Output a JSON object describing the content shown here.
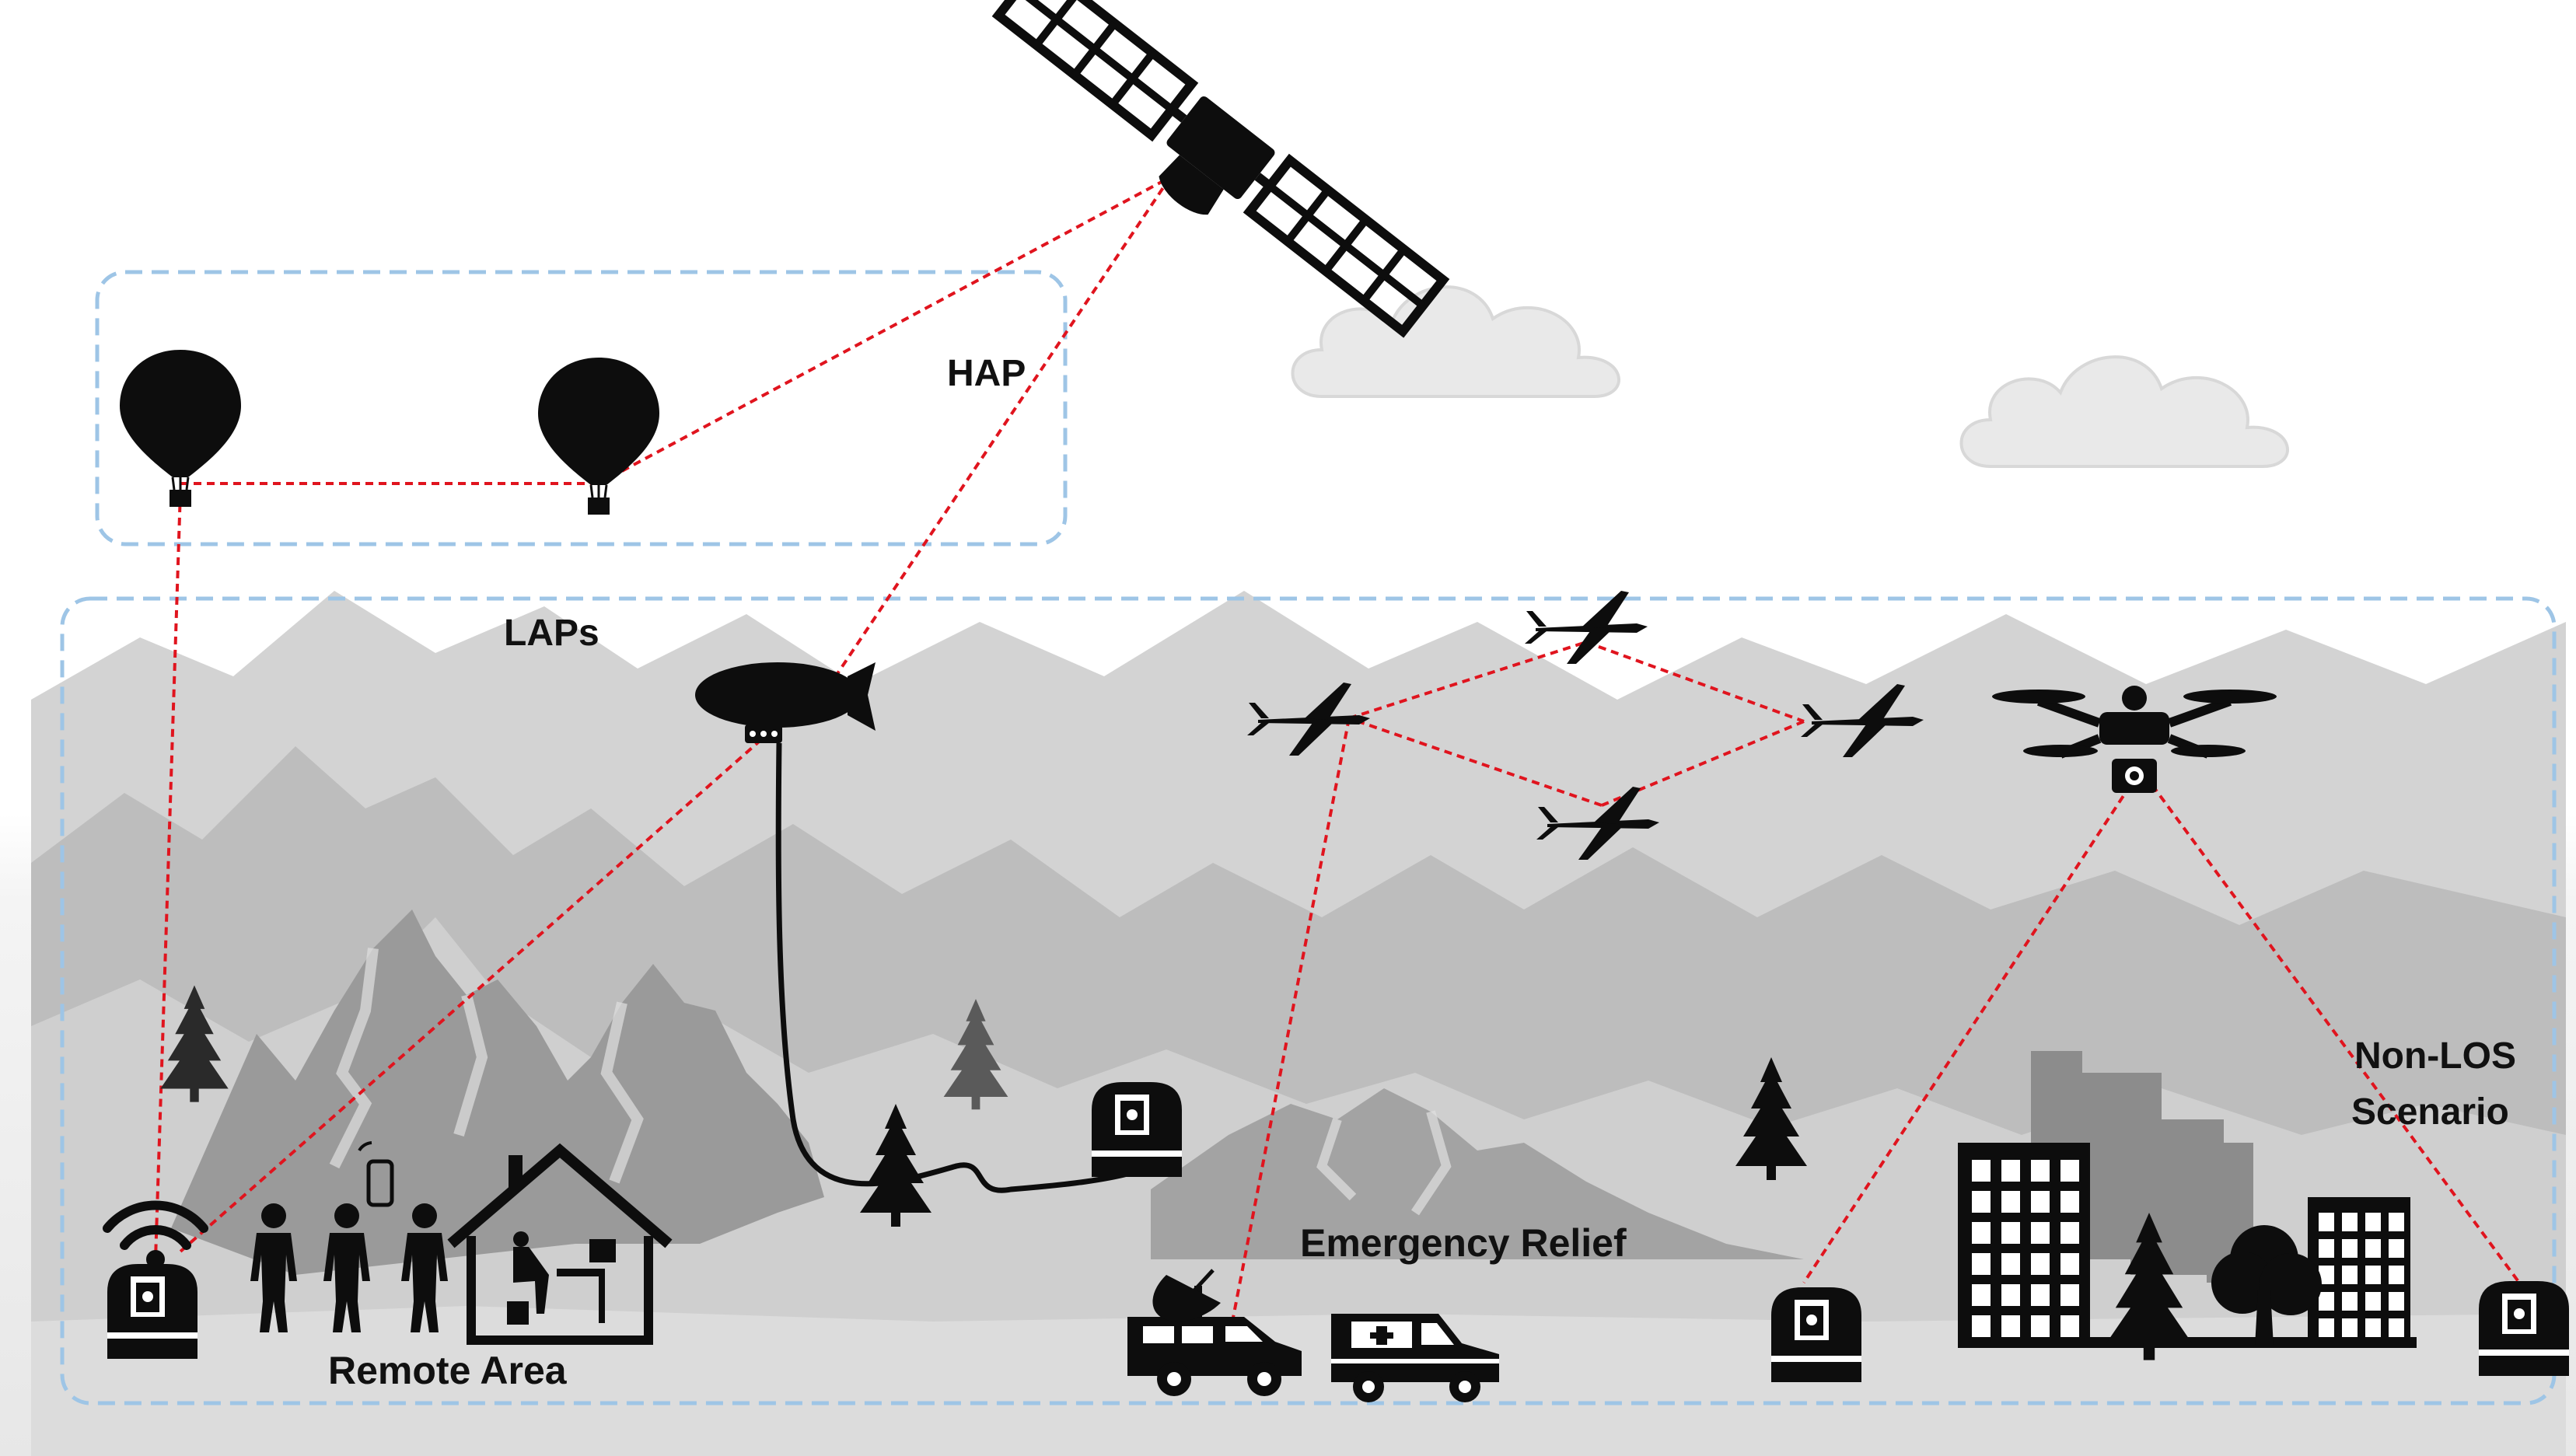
{
  "labels": {
    "hap": "HAP",
    "laps": "LAPs",
    "remote_area": "Remote Area",
    "emergency_relief": "Emergency Relief",
    "non_los_line1": "Non-LOS",
    "non_los_line2": "Scenario"
  },
  "colors": {
    "link": "#e0141e",
    "region_border": "#9ec5e6",
    "silhouette": "#0d0d0d",
    "mountain_far": "#c9c9c9",
    "mountain_mid": "#a9a9a9",
    "mountain_near": "#8a8a8a",
    "city_far": "#8c8c8c",
    "cloud": "#e6e6e6"
  },
  "icons": [
    "satellite-icon",
    "hot-air-balloon-icon",
    "airship-icon",
    "fixed-wing-uav-icon",
    "quadcopter-drone-icon",
    "ground-terminal-icon",
    "wifi-signal-icon",
    "person-icon",
    "smartphone-icon",
    "house-icon",
    "satellite-van-icon",
    "ambulance-icon",
    "pine-tree-icon",
    "building-icon",
    "cloud-icon",
    "mountain-icon"
  ]
}
